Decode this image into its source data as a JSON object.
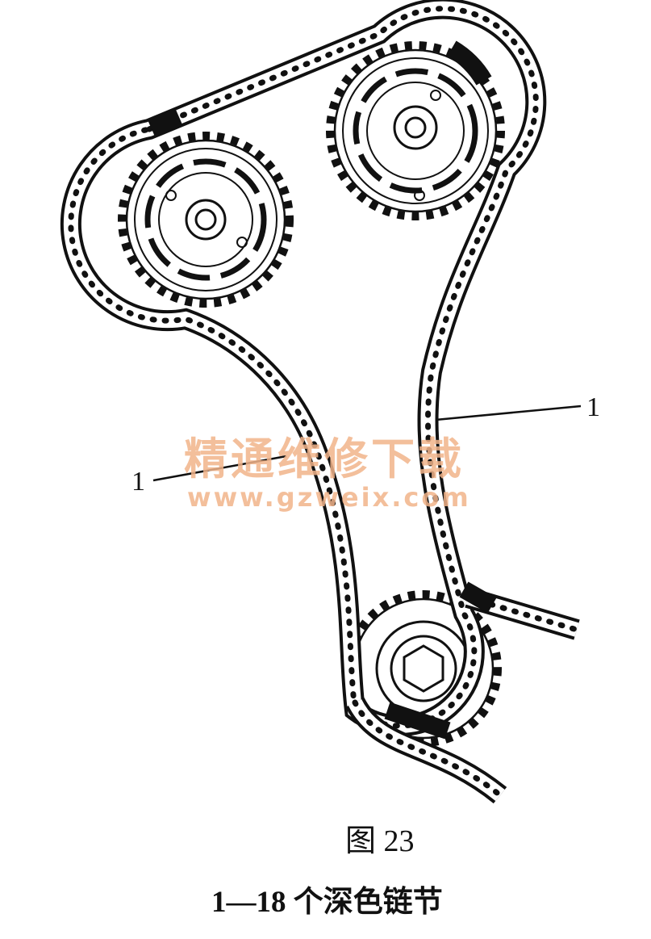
{
  "diagram": {
    "callouts": [
      {
        "label": "1"
      },
      {
        "label": "1"
      }
    ],
    "watermark": {
      "text": "精通维修下载",
      "url": "www.gzweix.com",
      "color": "#f2b48a"
    },
    "figure_label": "图 23",
    "caption": "1—18 个深色链节"
  }
}
